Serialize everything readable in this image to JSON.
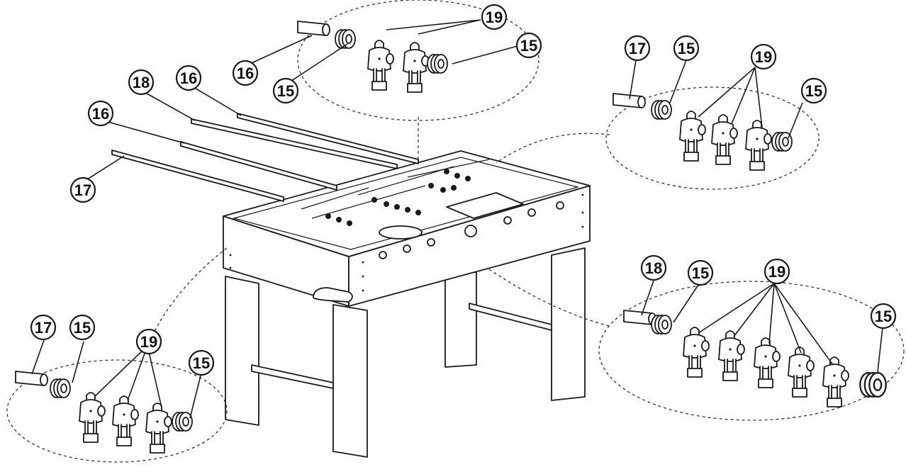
{
  "diagram": {
    "callouts": {
      "top_19": "19",
      "top_15_right": "15",
      "top_16": "16",
      "top_15_left": "15",
      "rod_18": "18",
      "rod_16_upper": "16",
      "rod_16_lower": "16",
      "rod_17": "17",
      "right_top_17": "17",
      "right_top_15_left": "15",
      "right_top_19": "19",
      "right_top_15_right": "15",
      "right_bottom_18": "18",
      "right_bottom_15_left": "15",
      "right_bottom_19": "19",
      "right_bottom_15_right": "15",
      "left_bottom_17": "17",
      "left_bottom_15_left": "15",
      "left_bottom_19": "19",
      "left_bottom_15_right": "15"
    }
  }
}
